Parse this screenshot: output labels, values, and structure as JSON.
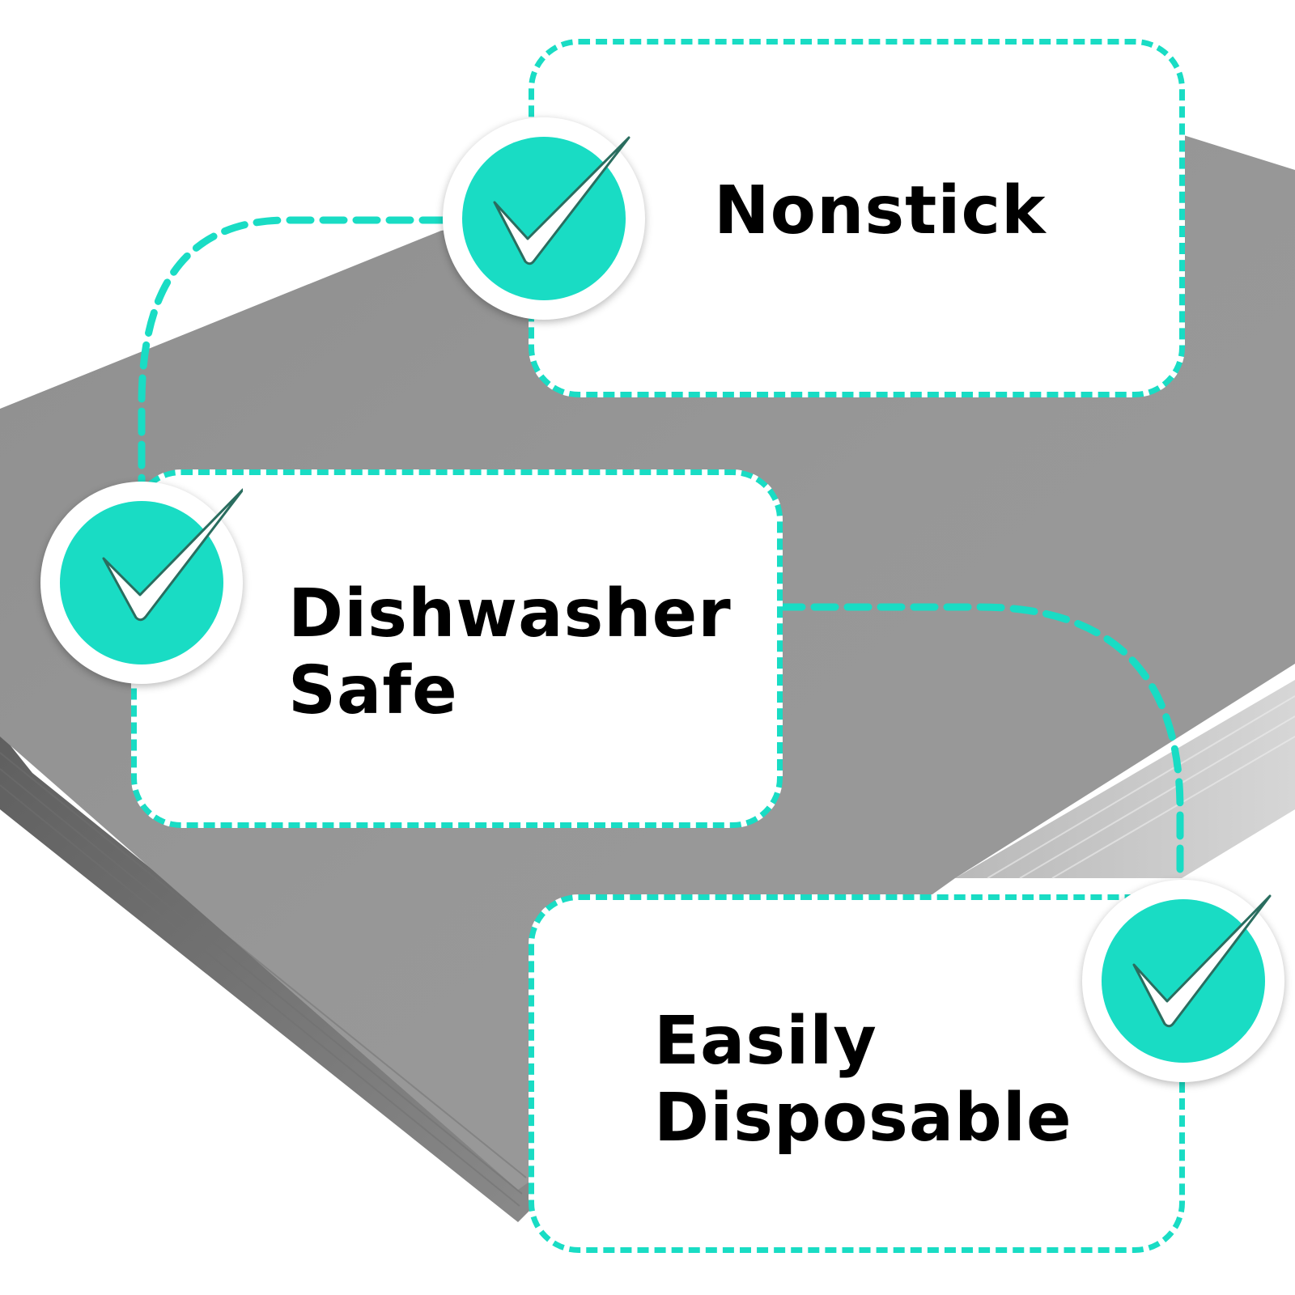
{
  "colors": {
    "accent": "#19dcc4",
    "card_bg": "#ffffff",
    "text": "#000000",
    "tray": "#959595"
  },
  "features": [
    {
      "label": "Nonstick",
      "icon": "checkmark-icon"
    },
    {
      "label": "Dishwasher",
      "label_line2": "Safe",
      "icon": "checkmark-icon"
    },
    {
      "label": "Easily",
      "label_line2": "Disposable",
      "icon": "checkmark-icon"
    }
  ]
}
